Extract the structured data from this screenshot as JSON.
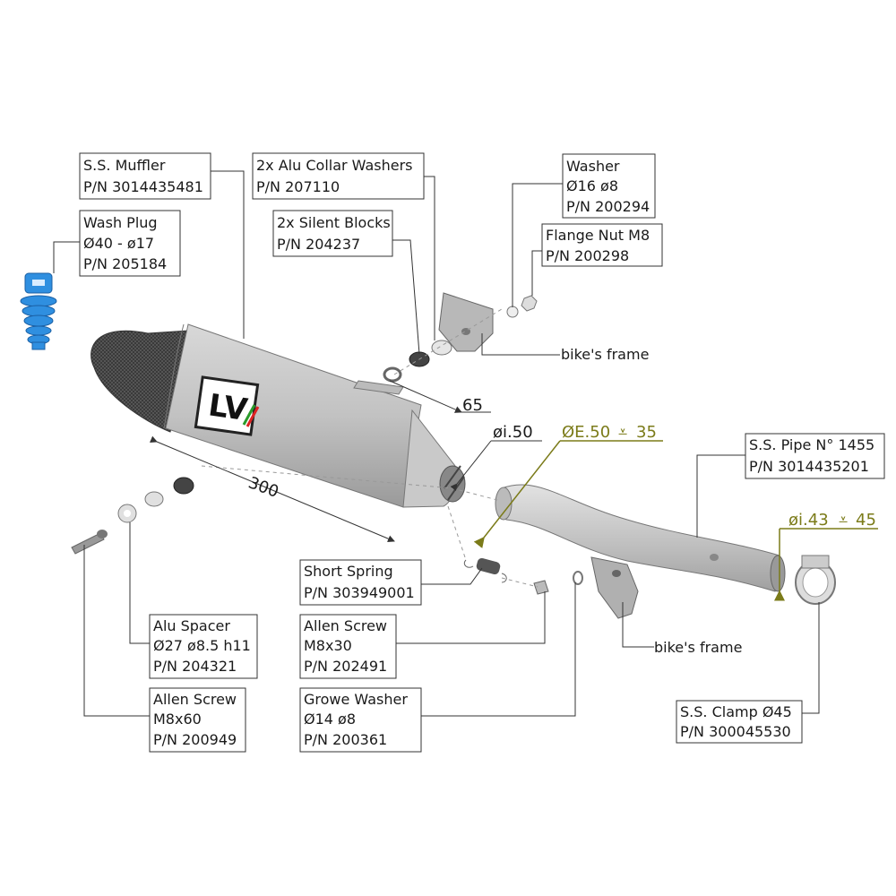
{
  "labels": {
    "muffler": [
      "S.S. Muffler",
      "P/N 3014435481"
    ],
    "washers_alu": [
      "2x Alu Collar Washers",
      "P/N 207110"
    ],
    "silent_blocks": [
      "2x Silent Blocks",
      "P/N 204237"
    ],
    "washer": [
      "Washer",
      "Ø16 ø8",
      "P/N 200294"
    ],
    "flange_nut": [
      "Flange Nut M8",
      "P/N 200298"
    ],
    "wash_plug": [
      "Wash Plug",
      "Ø40 - ø17",
      "P/N 205184"
    ],
    "pipe": [
      "S.S. Pipe N° 1455",
      "P/N 3014435201"
    ],
    "short_spring": [
      "Short Spring",
      "P/N 303949001"
    ],
    "allen_m8x30": [
      "Allen Screw",
      "M8x30",
      "P/N 202491"
    ],
    "growe_washer": [
      "Growe Washer",
      "Ø14 ø8",
      "P/N 200361"
    ],
    "alu_spacer": [
      "Alu Spacer",
      "Ø27 ø8.5 h11",
      "P/N 204321"
    ],
    "allen_m8x60": [
      "Allen Screw",
      "M8x60",
      "P/N 200949"
    ],
    "clamp": [
      "S.S. Clamp Ø45",
      "P/N 300045530"
    ]
  },
  "free_text": {
    "frame_top": "bike's frame",
    "frame_bottom": "bike's frame"
  },
  "dimensions": {
    "length": "300",
    "offset": "65",
    "inner_inlet": "øi.50",
    "outer_pipe": "ØE.50",
    "outer_pipe_depth": "35",
    "inner_outlet": "øi.43",
    "inner_outlet_depth": "45"
  },
  "logo_text": "LV",
  "colors": {
    "olive": "#7b7b19",
    "plug_blue": "#2f8fe0",
    "steel": "#c7c7c7",
    "carbon": "#444444"
  }
}
